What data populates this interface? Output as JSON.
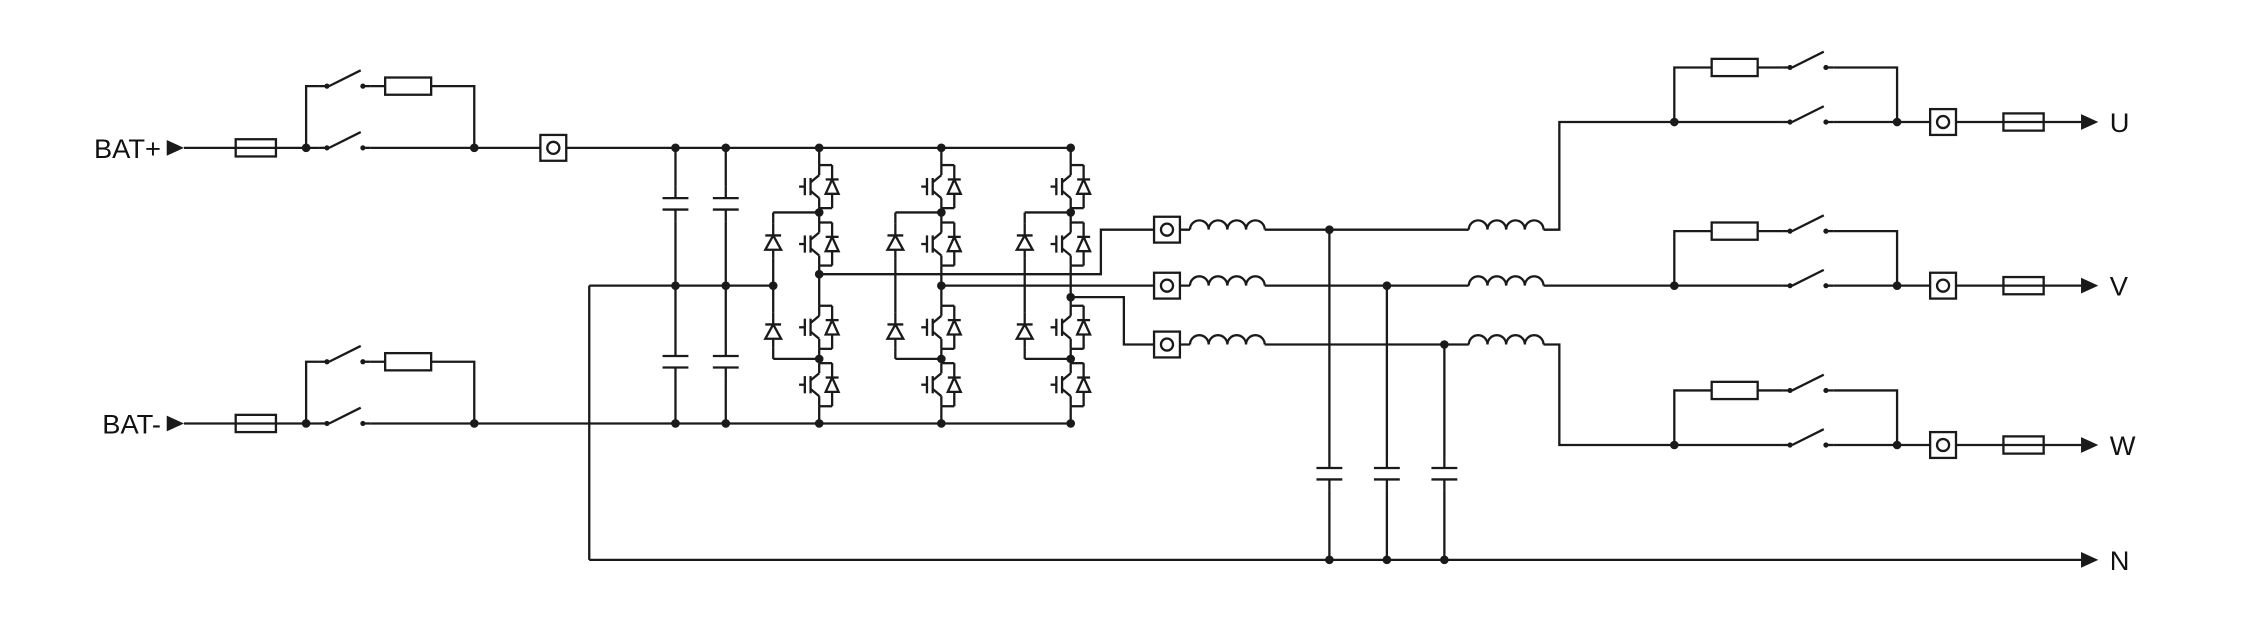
{
  "diagram": {
    "type": "circuit-schematic",
    "background": "#ffffff",
    "line_color": "#1a1a1a",
    "terminals": {
      "bat_plus": "BAT+",
      "bat_minus": "BAT-",
      "phase_u": "U",
      "phase_v": "V",
      "phase_w": "W",
      "neutral": "N"
    },
    "symbols": [
      "fuse-symbol",
      "contactor-switch-symbol",
      "precharge-resistor-symbol",
      "current-sensor-symbol",
      "dc-link-capacitor-symbol",
      "igbt-with-antiparallel-diode-symbol",
      "clamp-diode-symbol",
      "filter-inductor-symbol",
      "filter-capacitor-symbol",
      "terminal-arrow-symbol"
    ]
  }
}
